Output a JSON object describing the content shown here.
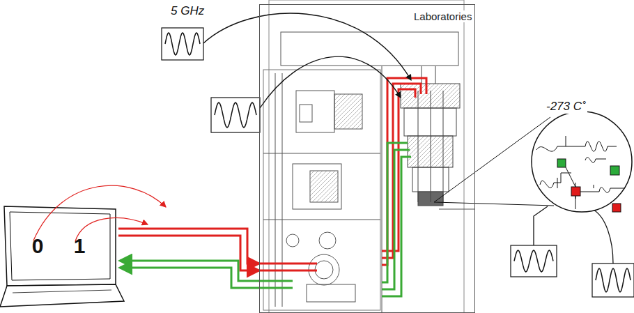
{
  "diagram": {
    "nodes": [
      {
        "text": [
          "Laboratories"
        ]
      },
      {
        "text": [
          "0",
          "1"
        ]
      }
    ],
    "edges": [
      {
        "from": 1,
        "to": 0,
        "arrow": "to"
      },
      {
        "from": 1,
        "to": 0,
        "arrow": "to"
      },
      {
        "from": 0,
        "to": 1,
        "arrow": "to"
      },
      {
        "from": 0,
        "to": 1,
        "arrow": "to"
      }
    ],
    "labels": [
      "5 GHz",
      "-273 C˚"
    ]
  }
}
